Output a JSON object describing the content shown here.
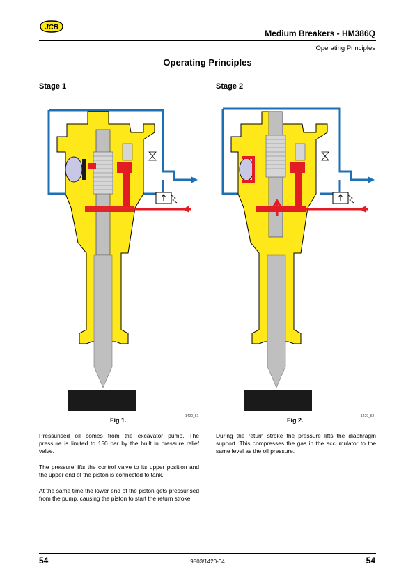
{
  "header": {
    "logo_text": "JCB",
    "title": "Medium Breakers - HM386Q",
    "subtitle": "Operating Principles"
  },
  "page_title": "Operating Principles",
  "stages": [
    {
      "label": "Stage 1",
      "figure_ref": "1420_51",
      "caption": "Fig 1.",
      "paragraphs": [
        "Pressurised oil comes from the excavator pump. The pressure is limited to 150 bar by the built in pressure relief valve.",
        "The pressure lifts the control valve to its upper position and the upper end of the piston is connected to tank.",
        "At the same time the lower end of the piston gets pressurised from the pump, causing the piston to start the return stroke."
      ]
    },
    {
      "label": "Stage 2",
      "figure_ref": "1420_52",
      "caption": "Fig 2.",
      "paragraphs": [
        "During the return stroke the pressure lifts the diaphragm support. This compresses the gas in the accumulator to the same level as the oil pressure."
      ]
    }
  ],
  "footer": {
    "page_left": "54",
    "doc_code": "9803/1420-04",
    "page_right": "54"
  },
  "colors": {
    "body_yellow": "#ffe81a",
    "pressure_red": "#e31b23",
    "return_blue": "#1f6fb5",
    "piston_grey": "#bfbfbf",
    "black": "#1a1a1a"
  }
}
